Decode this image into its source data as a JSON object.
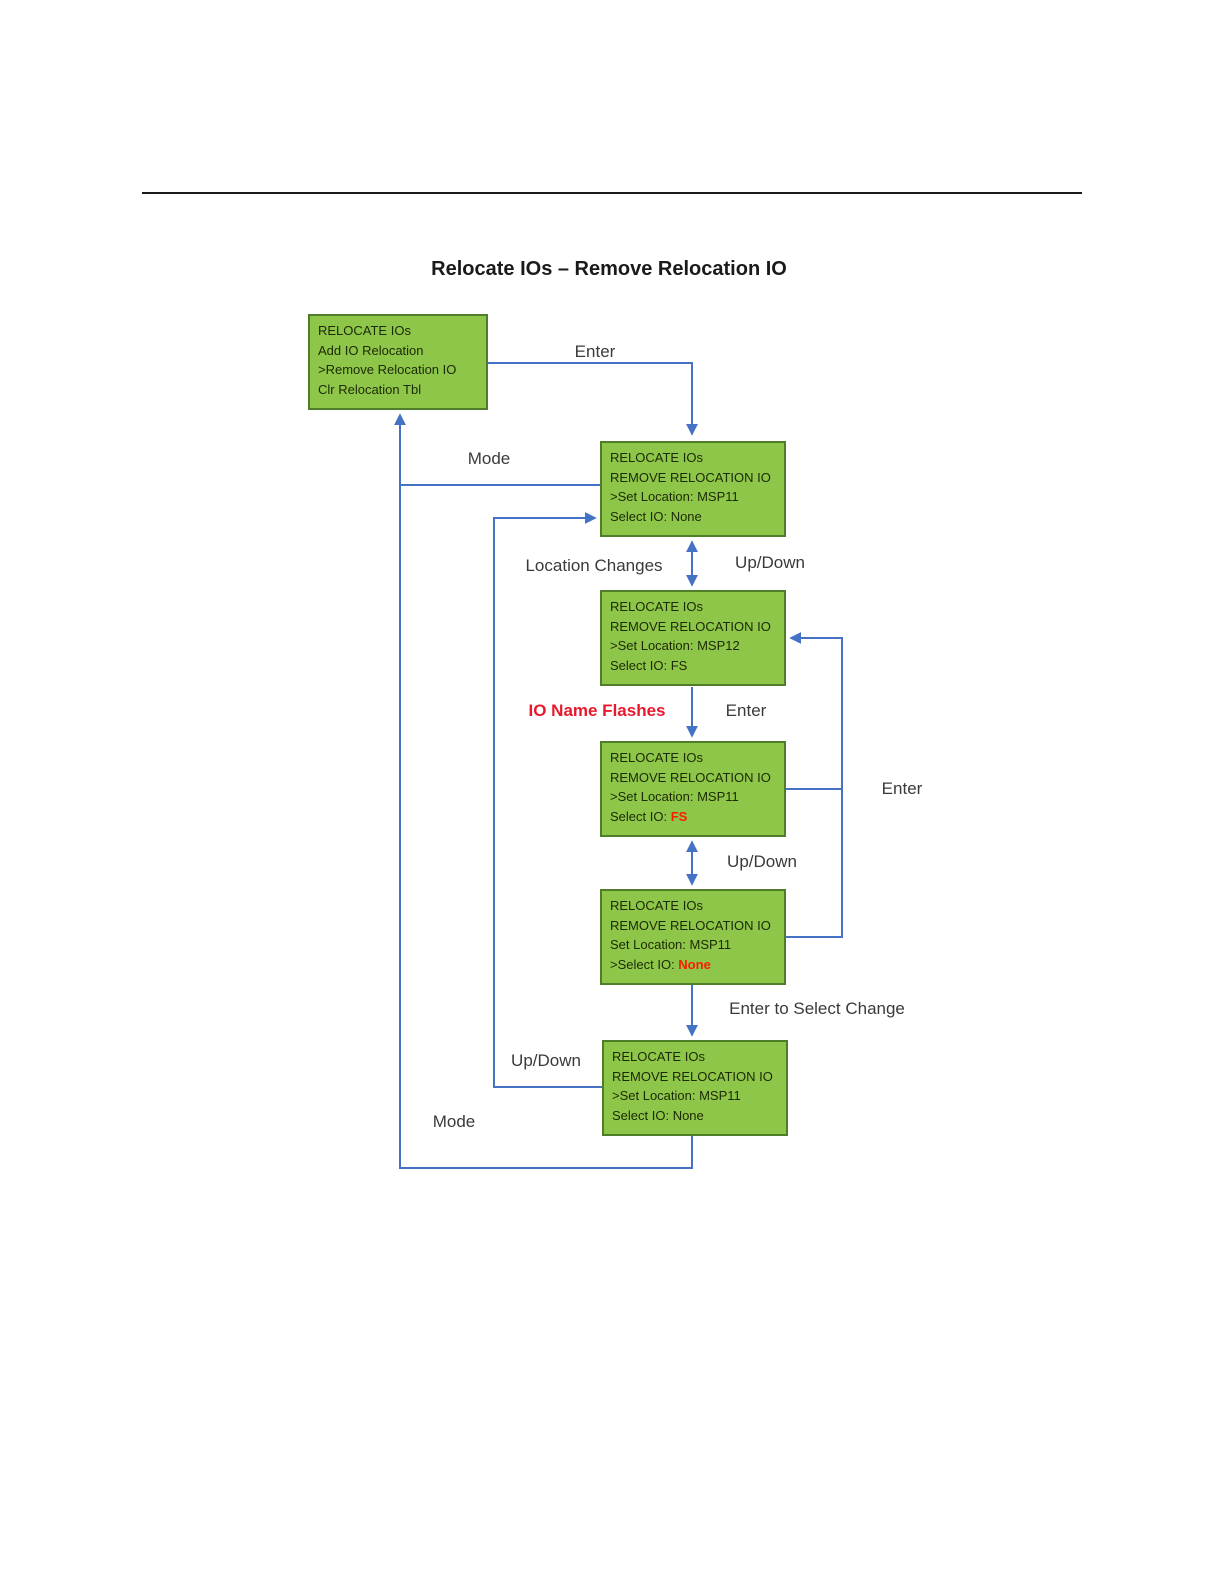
{
  "title": "Relocate IOs – Remove Relocation IO",
  "colors": {
    "box-fill": "#8ec649",
    "box-border": "#4f7d28",
    "arrow": "#4472c4",
    "red-label": "#e8192c",
    "red-box": "#ff1a00",
    "box-text": "#1c2a05",
    "label-text": "#3a3a3a",
    "title-text": "#1a1a1a"
  },
  "boxes": [
    {
      "id": "relocate-ios-menu",
      "lines": [
        "RELOCATE IOs",
        "Add IO Relocation",
        ">Remove Relocation IO",
        "Clr Relocation Tbl"
      ]
    },
    {
      "id": "set-location-msp11-none",
      "lines": [
        "RELOCATE IOs",
        "REMOVE RELOCATION IO",
        ">Set Location: MSP11",
        "Select IO: None"
      ]
    },
    {
      "id": "set-location-msp12-fs",
      "lines": [
        "RELOCATE IOs",
        "REMOVE RELOCATION IO",
        ">Set Location: MSP12",
        "Select IO: FS"
      ]
    },
    {
      "id": "select-io-fs-flashing",
      "lines": [
        "RELOCATE IOs",
        "REMOVE RELOCATION IO",
        ">Set Location: MSP11"
      ],
      "last_prefix": "Select IO: ",
      "last_red": "FS"
    },
    {
      "id": "select-io-none-flashing",
      "lines": [
        "RELOCATE IOs",
        "REMOVE RELOCATION IO",
        "Set Location: MSP11"
      ],
      "last_prefix": ">Select IO: ",
      "last_red": "None"
    },
    {
      "id": "set-location-msp11-final",
      "lines": [
        "RELOCATE IOs",
        "REMOVE RELOCATION IO",
        ">Set Location: MSP11",
        "Select IO: None"
      ]
    }
  ],
  "labels": {
    "enter_top": "Enter",
    "mode_top": "Mode",
    "location_changes": "Location Changes",
    "updown_top": "Up/Down",
    "io_name_flashes": "IO Name Flashes",
    "enter_mid": "Enter",
    "enter_right": "Enter",
    "updown_mid": "Up/Down",
    "enter_select_change": "Enter to Select Change",
    "updown_bottom": "Up/Down",
    "mode_bottom": "Mode"
  }
}
